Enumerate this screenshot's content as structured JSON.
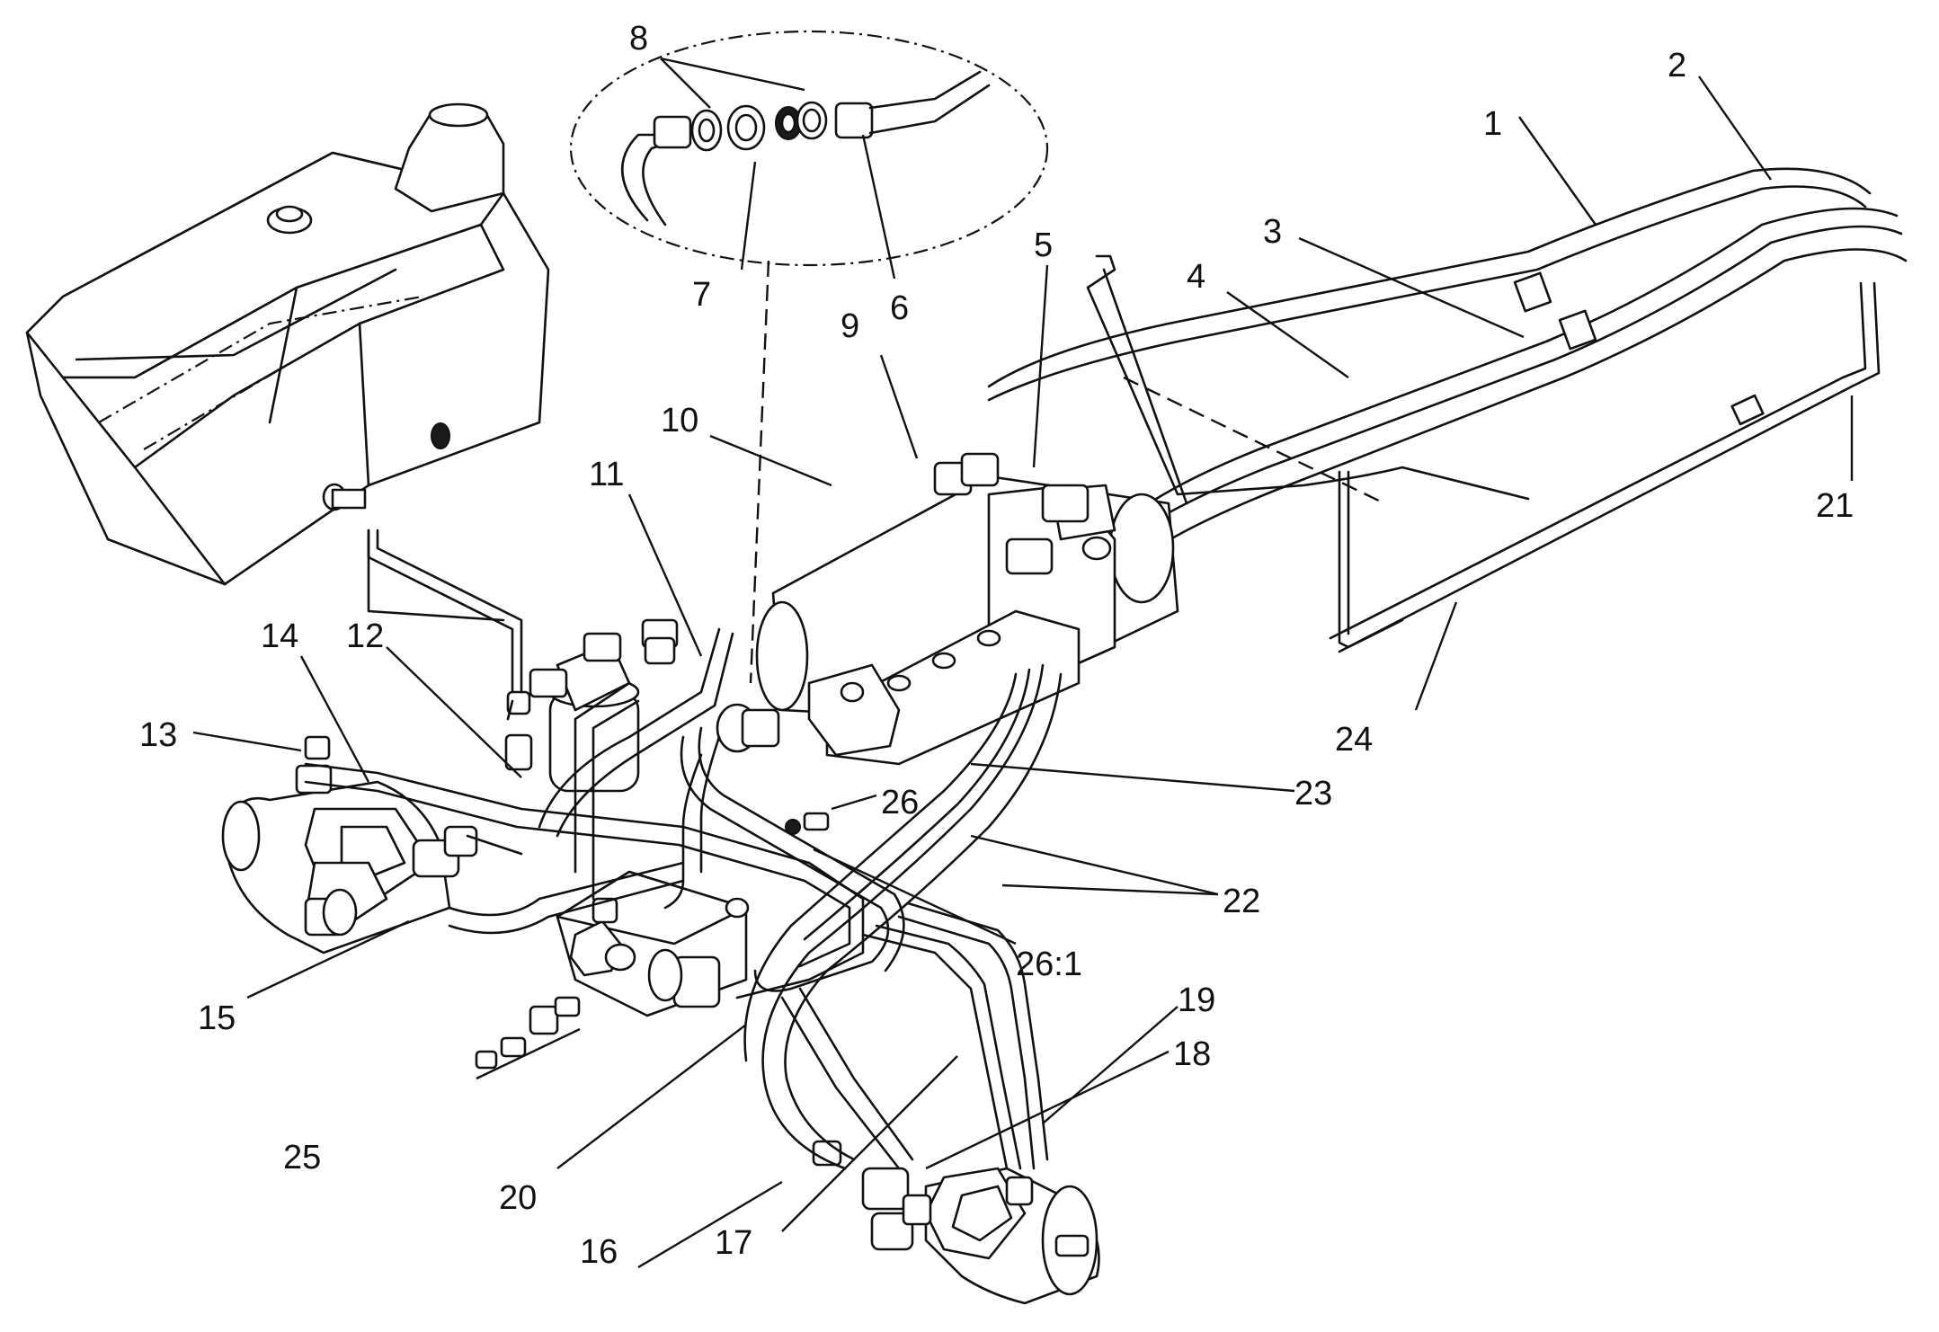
{
  "callouts": [
    {
      "id": "c1",
      "text": "1"
    },
    {
      "id": "c2",
      "text": "2"
    },
    {
      "id": "c3",
      "text": "3"
    },
    {
      "id": "c4",
      "text": "4"
    },
    {
      "id": "c5",
      "text": "5"
    },
    {
      "id": "c6",
      "text": "6"
    },
    {
      "id": "c7",
      "text": "7"
    },
    {
      "id": "c8",
      "text": "8"
    },
    {
      "id": "c9",
      "text": "9"
    },
    {
      "id": "c10",
      "text": "10"
    },
    {
      "id": "c11",
      "text": "11"
    },
    {
      "id": "c12",
      "text": "12"
    },
    {
      "id": "c13",
      "text": "13"
    },
    {
      "id": "c14",
      "text": "14"
    },
    {
      "id": "c15",
      "text": "15"
    },
    {
      "id": "c16",
      "text": "16"
    },
    {
      "id": "c17",
      "text": "17"
    },
    {
      "id": "c18",
      "text": "18"
    },
    {
      "id": "c19",
      "text": "19"
    },
    {
      "id": "c20",
      "text": "20"
    },
    {
      "id": "c21",
      "text": "21"
    },
    {
      "id": "c22",
      "text": "22"
    },
    {
      "id": "c23",
      "text": "23"
    },
    {
      "id": "c24",
      "text": "24"
    },
    {
      "id": "c25",
      "text": "25"
    },
    {
      "id": "c26",
      "text": "26"
    },
    {
      "id": "c26_1",
      "text": "26:1"
    }
  ]
}
